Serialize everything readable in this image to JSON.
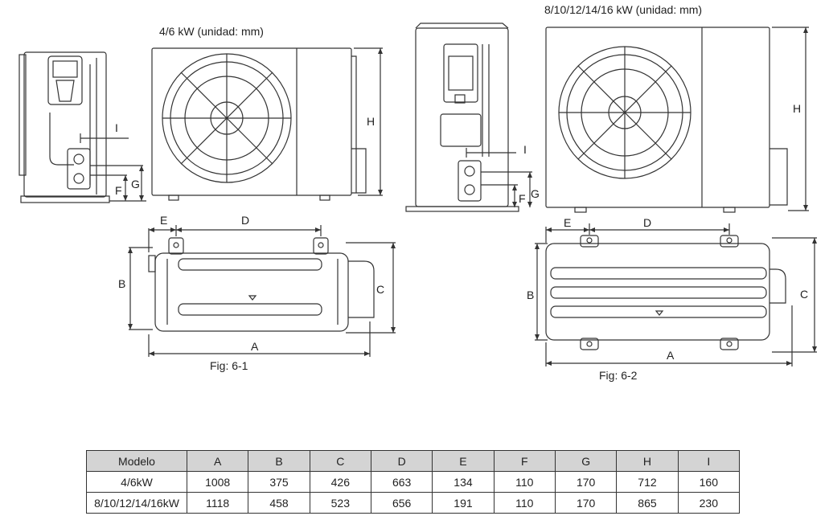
{
  "titles": {
    "small": "4/6 kW (unidad: mm)",
    "large": "8/10/12/14/16 kW (unidad: mm)"
  },
  "figures": {
    "fig1": "Fig: 6-1",
    "fig2": "Fig: 6-2"
  },
  "dimension_labels": {
    "A": "A",
    "B": "B",
    "C": "C",
    "D": "D",
    "E": "E",
    "F": "F",
    "G": "G",
    "H": "H",
    "I": "I"
  },
  "table": {
    "headers": [
      "Modelo",
      "A",
      "B",
      "C",
      "D",
      "E",
      "F",
      "G",
      "H",
      "I"
    ],
    "rows": [
      [
        "4/6kW",
        "1008",
        "375",
        "426",
        "663",
        "134",
        "110",
        "170",
        "712",
        "160"
      ],
      [
        "8/10/12/14/16kW",
        "1118",
        "458",
        "523",
        "656",
        "191",
        "110",
        "170",
        "865",
        "230"
      ]
    ]
  },
  "colors": {
    "line": "#333333",
    "header_bg": "#d4d4d4"
  }
}
